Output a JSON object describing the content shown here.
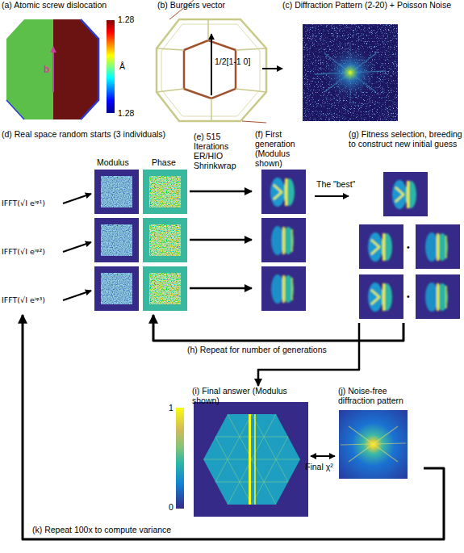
{
  "diagram": {
    "nodes": [
      {
        "text": [
          "(a) Atomic screw dislocation"
        ]
      },
      {
        "text": [
          "(b) Burgers vector"
        ]
      },
      {
        "text": [
          "(c) Diffraction Pattern (2-20) + Poisson Noise"
        ]
      },
      {
        "text": [
          "(d) Real space random starts (3 individuals)"
        ]
      },
      {
        "text": [
          "(f) First generation (Modulus shown)"
        ]
      },
      {
        "text": [
          "(g) Fitness selection, breeding to construct new initial guess"
        ]
      },
      {
        "text": [
          "(i) Final answer (Modulus shown)"
        ]
      },
      {
        "text": [
          "(j) Noise-free diffraction pattern"
        ]
      }
    ],
    "edges": [
      {
        "from": 1,
        "to": 2,
        "arrow": "to"
      },
      {
        "from": 3,
        "to": 4,
        "label": "(e) 515 Iterations ER/HIO Shrinkwrap",
        "arrow": "to"
      },
      {
        "from": 3,
        "to": 4,
        "arrow": "to"
      },
      {
        "from": 3,
        "to": 4,
        "arrow": "to"
      },
      {
        "from": 4,
        "to": 5,
        "label": "The \"best\"",
        "arrow": "to"
      },
      {
        "from": 5,
        "to": 3,
        "label": "(h) Repeat for number of generations",
        "arrow": "to"
      },
      {
        "from": 5,
        "to": 6,
        "arrow": "to"
      },
      {
        "from": 6,
        "to": 7,
        "label": "Final χ²",
        "arrow": "both"
      },
      {
        "from": 7,
        "to": 3,
        "label": "(k) Repeat 100x to compute variance",
        "arrow": "to"
      }
    ],
    "labels": [
      "1.28",
      "Å",
      "1.28",
      "b",
      "1/2[1-1 0]",
      "Modulus",
      "Phase",
      "IFFT(√I eⁱᵠ¹)",
      "IFFT(√I eⁱᵠ²)",
      "IFFT(√I eⁱᵠ³)",
      "•",
      "•",
      "1",
      "0"
    ]
  }
}
